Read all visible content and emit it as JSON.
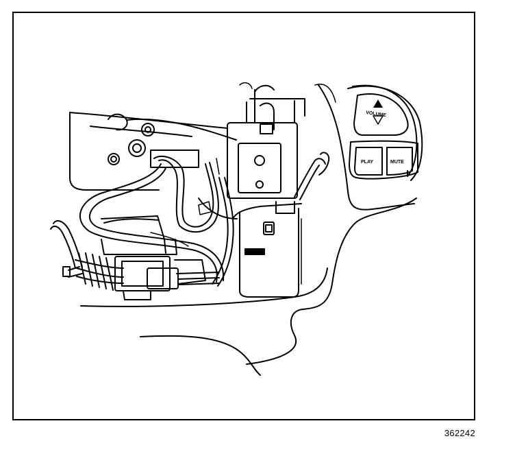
{
  "figure": {
    "number": "362242"
  },
  "controls": {
    "volume_label": "VOLUME",
    "play_label": "PLAY",
    "mute_label": "MUTE",
    "up_icon": "triangle-up-icon",
    "down_icon": "triangle-down-icon"
  },
  "colors": {
    "ink": "#000000",
    "paper": "#ffffff"
  }
}
